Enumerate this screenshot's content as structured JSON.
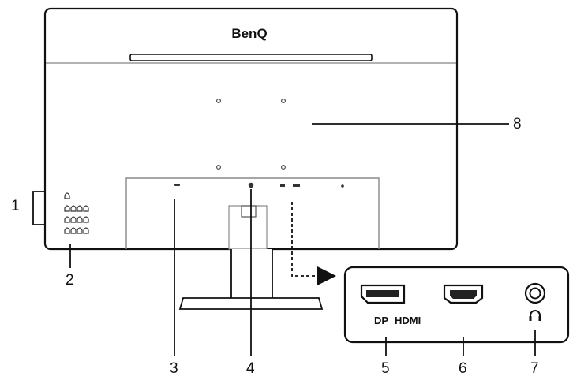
{
  "brand": "BenQ",
  "ports": {
    "dp_label": "DP",
    "hdmi_label": "HDMI",
    "headphone_icon": "headphone-icon"
  },
  "callouts": [
    {
      "id": "1",
      "text": "1"
    },
    {
      "id": "2",
      "text": "2"
    },
    {
      "id": "3",
      "text": "3"
    },
    {
      "id": "4",
      "text": "4"
    },
    {
      "id": "5",
      "text": "5"
    },
    {
      "id": "6",
      "text": "6"
    },
    {
      "id": "7",
      "text": "7"
    },
    {
      "id": "8",
      "text": "8"
    }
  ],
  "colors": {
    "line": "#111111",
    "light_line": "#888888"
  }
}
